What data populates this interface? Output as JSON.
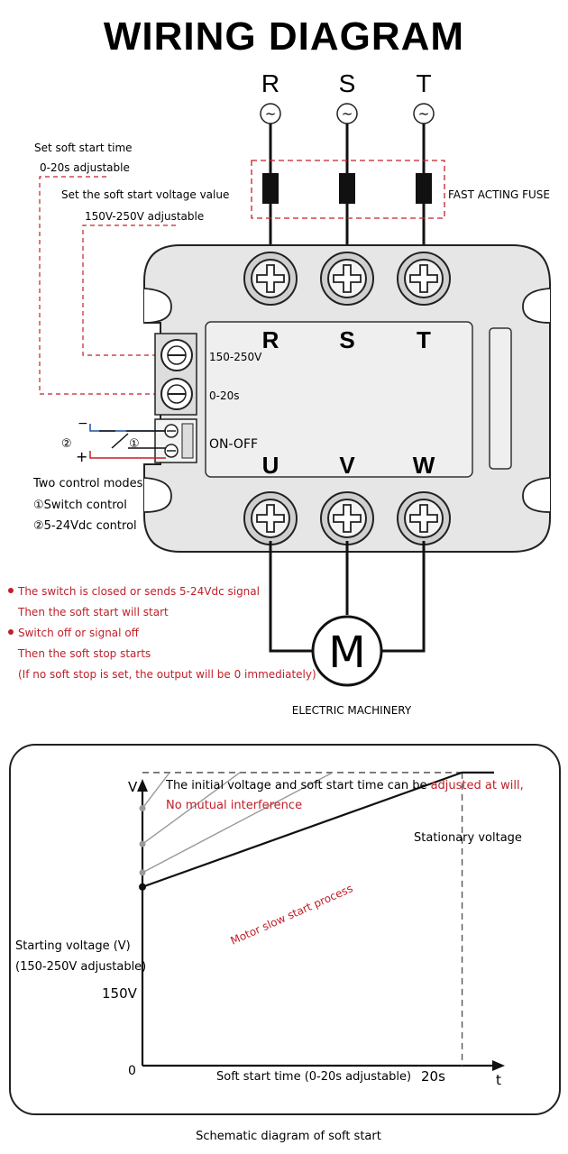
{
  "title": "WIRING DIAGRAM",
  "phases_in": [
    "R",
    "S",
    "T"
  ],
  "ac_symbol": "~",
  "phases_out": [
    "U",
    "V",
    "W"
  ],
  "fuse_label": "FAST ACTING FUSE",
  "soft_start_time": {
    "line1": "Set soft start time",
    "line2": "0-20s adjustable"
  },
  "soft_start_voltage": {
    "line1": "Set the soft start voltage value",
    "line2": "150V-250V adjustable"
  },
  "pot_labels": {
    "voltage": "150-250V",
    "time": "0-20s"
  },
  "switch_label": "ON-OFF",
  "control_markers": {
    "minus": "−",
    "plus": "+",
    "circled_1": "①",
    "circled_2": "②"
  },
  "control_modes": {
    "heading": "Two control modes",
    "mode1": "①Switch control",
    "mode2": "②5-24Vdc control"
  },
  "notes": [
    {
      "bullet": true,
      "text": "The switch is closed or sends 5-24Vdc signal"
    },
    {
      "bullet": false,
      "text": "Then the soft start will start"
    },
    {
      "bullet": true,
      "text": "Switch off or signal off"
    },
    {
      "bullet": false,
      "text": "Then the soft stop starts"
    },
    {
      "bullet": false,
      "text": "(If no soft stop is set, the output will be 0 immediately)"
    }
  ],
  "motor": {
    "symbol": "M",
    "label": "ELECTRIC MACHINERY"
  },
  "colors": {
    "red": "#c0202a",
    "blue": "#1f4fa8",
    "body": "#e6e6e6",
    "outline": "#222222"
  },
  "chart_data": {
    "type": "line",
    "title": "The initial voltage and soft start time can be adjusted at will,",
    "title_highlight": "adjusted at will,",
    "subtitle": "No mutual interference",
    "y_axis_symbol": "V",
    "x_axis_symbol": "t",
    "origin_label": "0",
    "x_label": "Soft start time (0-20s adjustable)",
    "x_tick": "20s",
    "y_tick": "150V",
    "starting_voltage_label": [
      "Starting voltage (V)",
      "(150-250V adjustable)"
    ],
    "stationary_label": "Stationary voltage",
    "process_label": "Motor slow start process",
    "x_range": [
      0,
      22
    ],
    "y_range": [
      0,
      1
    ],
    "stationary_level": 0.82,
    "series": [
      {
        "points": [
          [
            0,
            0.5
          ],
          [
            20,
            0.82
          ],
          [
            22,
            0.82
          ]
        ],
        "color": "#111111"
      },
      {
        "points": [
          [
            0,
            0.54
          ],
          [
            11.9,
            0.82
          ]
        ],
        "color": "#999999"
      },
      {
        "points": [
          [
            0,
            0.62
          ],
          [
            6.1,
            0.82
          ]
        ],
        "color": "#999999"
      },
      {
        "points": [
          [
            0,
            0.72
          ],
          [
            1.7,
            0.82
          ]
        ],
        "color": "#999999"
      }
    ],
    "caption": "Schematic diagram of soft start"
  }
}
